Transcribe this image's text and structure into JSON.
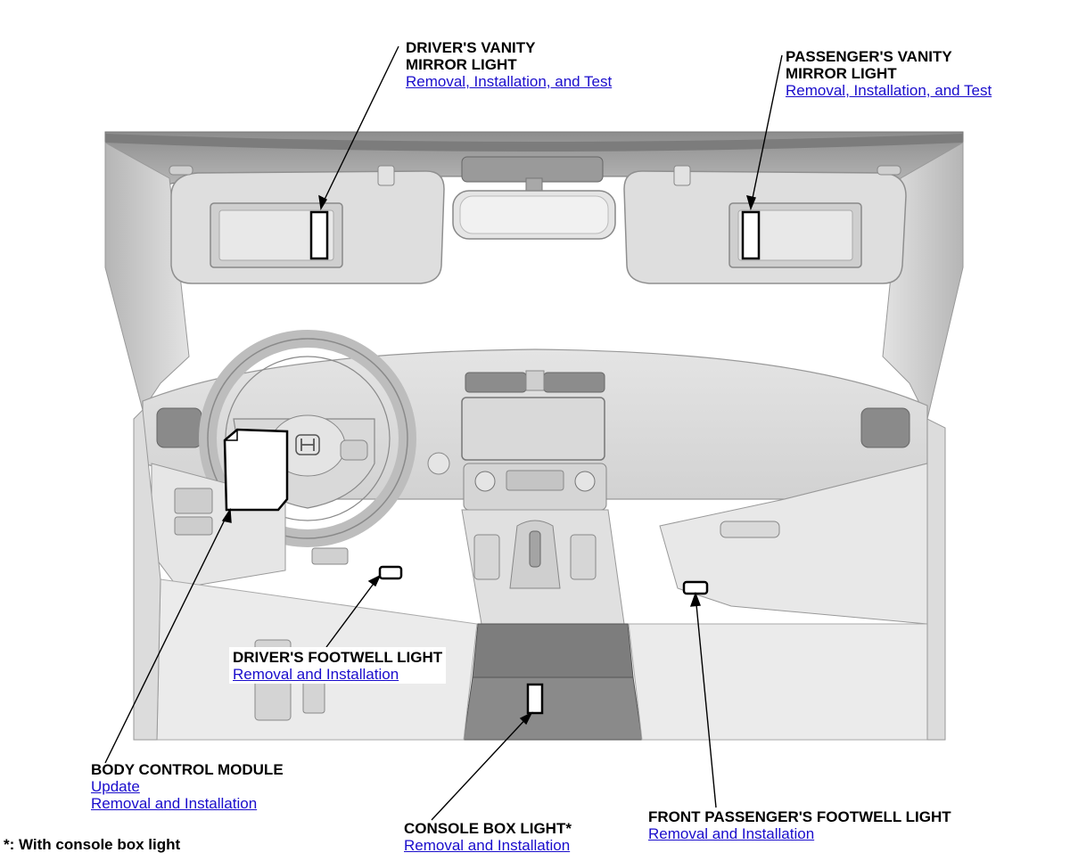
{
  "callouts": {
    "driver_vanity": {
      "title_line1": "DRIVER'S VANITY",
      "title_line2": "MIRROR LIGHT",
      "links": [
        "Removal, Installation, and Test"
      ]
    },
    "passenger_vanity": {
      "title_line1": "PASSENGER'S VANITY",
      "title_line2": "MIRROR LIGHT",
      "links": [
        "Removal, Installation, and Test"
      ]
    },
    "driver_footwell": {
      "title": "DRIVER'S FOOTWELL LIGHT",
      "links": [
        "Removal and Installation"
      ]
    },
    "body_control_module": {
      "title": "BODY CONTROL MODULE",
      "links": [
        "Update",
        "Removal and Installation"
      ]
    },
    "console_box": {
      "title": "CONSOLE BOX LIGHT*",
      "links": [
        "Removal and Installation"
      ]
    },
    "front_passenger_footwell": {
      "title": "FRONT PASSENGER'S FOOTWELL LIGHT",
      "links": [
        "Removal and Installation"
      ]
    }
  },
  "footnote": "*: With console box light",
  "icons": [
    "honda-logo-icon"
  ]
}
